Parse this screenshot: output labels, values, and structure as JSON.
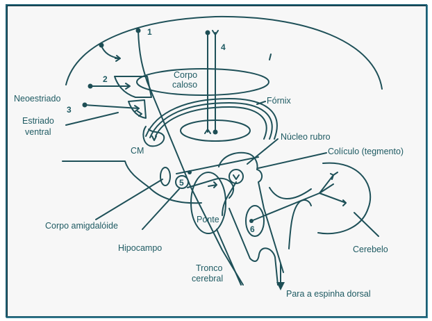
{
  "diagram": {
    "stroke_color": "#1e5058",
    "text_color": "#1e5a62",
    "frame_border_color": "#1f5f73",
    "labels": {
      "corpo_caloso_line1": "Corpo",
      "corpo_caloso_line2": "caloso",
      "neoestriado": "Neoestriado",
      "estriado_ventral_line1": "Estriado",
      "estriado_ventral_line2": "ventral",
      "fornix": "Fórnix",
      "cm": "CM",
      "nucleo_rubro": "Núcleo rubro",
      "coliculo": "Colículo (tegmento)",
      "corpo_amigdaloide": "Corpo amigdalóide",
      "hipocampo": "Hipocampo",
      "ponte": "Ponte",
      "tronco_cerebral_line1": "Tronco",
      "tronco_cerebral_line2": "cerebral",
      "cerebelo": "Cerebelo",
      "espinha_dorsal": "Para a espinha dorsal"
    },
    "pathway_numbers": [
      "1",
      "2",
      "3",
      "4",
      "5",
      "6"
    ]
  }
}
